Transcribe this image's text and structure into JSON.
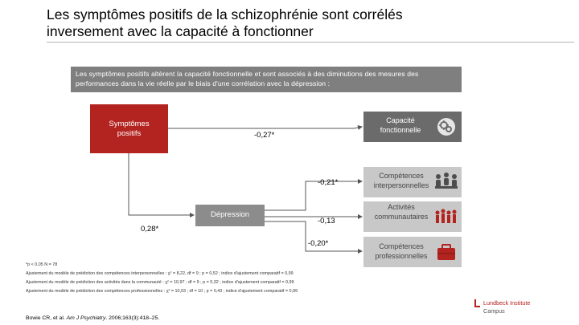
{
  "title": {
    "line1": "Les symptômes positifs de la schizophrénie sont corrélés",
    "line2": "inversement avec la capacité à fonctionner"
  },
  "intro": "Les symptômes positifs altèrent la capacité fonctionnelle et sont associés à des diminutions des mesures des performances dans la vie réelle par le biais d'une corrélation avec la dépression :",
  "nodes": {
    "symptomes": {
      "line1": "Symptômes",
      "line2": "positifs"
    },
    "capacite": {
      "line1": "Capacité",
      "line2": "fonctionnelle",
      "icon": "gears-head-icon"
    },
    "interpersonnelles": {
      "line1": "Compétences",
      "line2": "interpersonnelles",
      "icon": "meeting-people-icon"
    },
    "communautaires": {
      "line1": "Activités",
      "line2": "communautaires",
      "icon": "crowd-people-icon"
    },
    "professionnelles": {
      "line1": "Compétences",
      "line2": "professionnelles",
      "icon": "briefcase-icon"
    },
    "depression": {
      "label": "Dépression"
    }
  },
  "coefficients": {
    "symptomes_capacite": "-0,27*",
    "depression_interpersonnelles": "-0,21*",
    "depression_communautaires": "-0,13",
    "depression_professionnelles": "-0,20*",
    "symptomes_depression": "0,28*"
  },
  "footnotes": [
    "*p < 0,05  N = 78",
    "Ajustement du modèle de prédiction des compétences interpersonnelles : χ² = 8,22, df = 9 ; p = 0,52 ; indice d'ajustement comparatif = 0,99",
    "Ajustement du modèle de prédiction des activités dans la communauté : χ² = 10,97 ; df = 9 ; p = 0,32 ; indice d'ajustement comparatif = 0,99",
    "Ajustement du modèle de prédiction des compétences professionnelles : χ² = 10,03 ; df = 10 ; p = 0,43 ; indice d'ajustement comparatif = 0,99"
  ],
  "reference": {
    "authors": "Bowie CR, et al. ",
    "journal": "Am J Psychiatry",
    "details": ". 2006;163(3):418–25."
  },
  "logo": {
    "name": "Lundbeck Institute",
    "sub": "Campus"
  },
  "colors": {
    "red": "#b3231f",
    "dark_grey": "#6b6b6b",
    "light_grey": "#c8c8c8",
    "intro_grey": "#7f7f7f"
  }
}
